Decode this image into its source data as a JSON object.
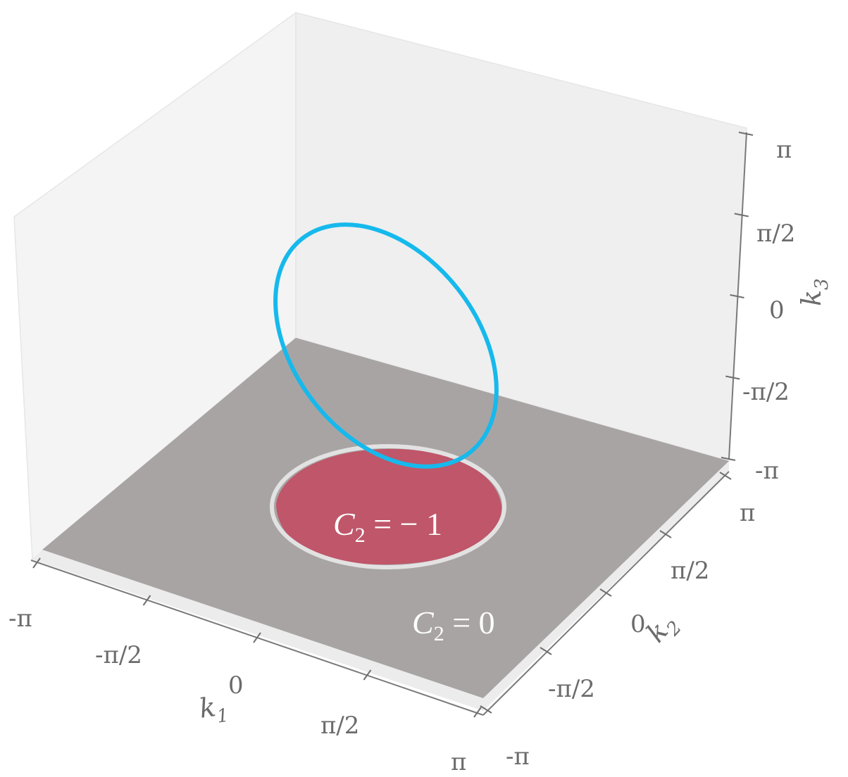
{
  "chart_data": {
    "type": "3d-surface-and-curve",
    "axes": {
      "x": {
        "label": "k",
        "label_sub": "1",
        "ticks": [
          "-π",
          "-π/2",
          "0",
          "π/2",
          "π"
        ],
        "range": [
          "-π",
          "π"
        ]
      },
      "y": {
        "label": "k",
        "label_sub": "2",
        "ticks": [
          "-π",
          "-π/2",
          "0",
          "π/2",
          "π"
        ],
        "range": [
          "-π",
          "π"
        ]
      },
      "z": {
        "label": "k",
        "label_sub": "3",
        "ticks": [
          "-π",
          "-π/2",
          "0",
          "π/2",
          "π"
        ],
        "range": [
          "-π",
          "π"
        ]
      }
    },
    "regions": [
      {
        "name": "C2 = 0",
        "label_main": "C",
        "label_sub": "2",
        "label_rest": " = 0",
        "color": "#a9a4a4"
      },
      {
        "name": "C2 = -1",
        "label_main": "C",
        "label_sub": "2",
        "label_rest": " = − 1",
        "color": "#bf5669",
        "shape": "disk",
        "center": [
          0,
          0
        ],
        "radius_fraction_of_pi": 0.45
      }
    ],
    "boundary_ring_color": "#e2e2e2",
    "curve": {
      "type": "loop",
      "color": "#16b9ec"
    },
    "pane_colors": {
      "back": "#efefef",
      "side": "#f4f4f4",
      "floor_edge": "#ececec"
    },
    "grid": false
  }
}
